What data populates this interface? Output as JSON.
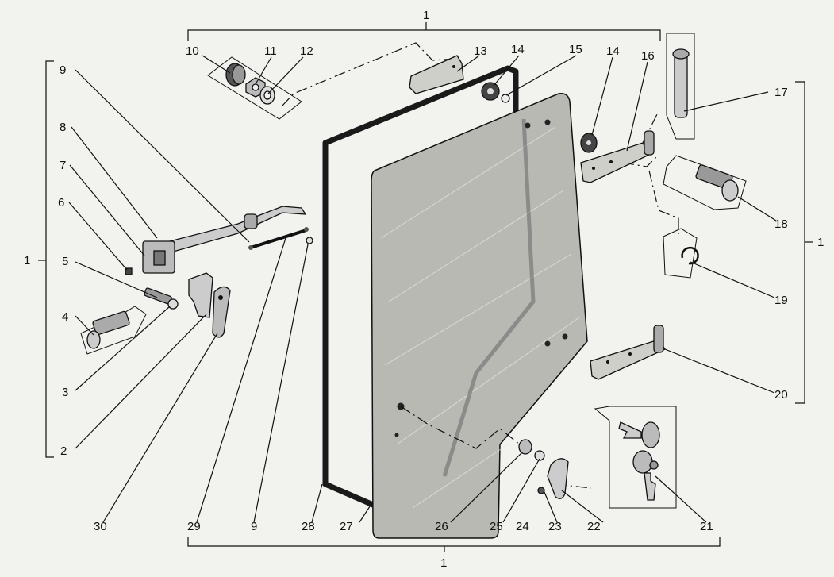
{
  "diagram": {
    "labels": {
      "top_group": "1",
      "bottom_group": "1",
      "left_group": "1",
      "right_group": "1",
      "l2": "2",
      "l3": "3",
      "l4": "4",
      "l5": "5",
      "l6": "6",
      "l7": "7",
      "l8": "8",
      "l9_top": "9",
      "l9_bottom": "9",
      "l10": "10",
      "l11": "11",
      "l12": "12",
      "l13": "13",
      "l14_left": "14",
      "l14_right": "14",
      "l15": "15",
      "l16": "16",
      "l17": "17",
      "l18": "18",
      "l19": "19",
      "l20": "20",
      "l21": "21",
      "l22": "22",
      "l23": "23",
      "l24": "24",
      "l25": "25",
      "l26": "26",
      "l27": "27",
      "l28": "28",
      "l29": "29",
      "l30": "30"
    },
    "colors": {
      "background": "#f2f2ef",
      "glass": "#b9b9b4",
      "seal": "#1a1a1a",
      "metal": "#cfcfca",
      "ink": "#111111"
    }
  }
}
